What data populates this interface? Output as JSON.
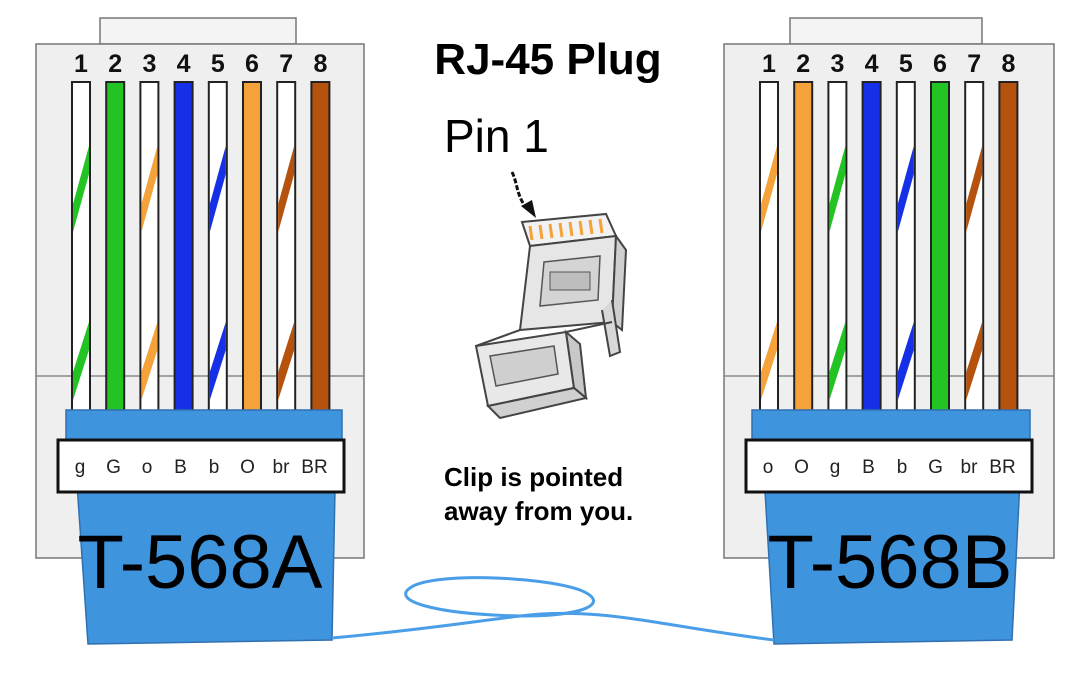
{
  "title": "RJ-45 Plug",
  "pin1_label": "Pin 1",
  "clip_note": [
    "Clip is pointed",
    "away from you."
  ],
  "colors": {
    "white": "#ffffff",
    "green": "#22c322",
    "orange": "#f5a23a",
    "blue": "#1530e6",
    "brown": "#b5520e",
    "boot": "#3f94de",
    "cable": "#3f94de",
    "plug_body": "#efefef"
  },
  "plugs": [
    {
      "standard": "T-568A",
      "pin_numbers": [
        "1",
        "2",
        "3",
        "4",
        "5",
        "6",
        "7",
        "8"
      ],
      "codes": [
        "g",
        "G",
        "o",
        "B",
        "b",
        "O",
        "br",
        "BR"
      ],
      "wires": [
        {
          "base": "white",
          "stripe": "green"
        },
        {
          "base": "green",
          "stripe": null
        },
        {
          "base": "white",
          "stripe": "orange"
        },
        {
          "base": "blue",
          "stripe": null
        },
        {
          "base": "white",
          "stripe": "blue"
        },
        {
          "base": "orange",
          "stripe": null
        },
        {
          "base": "white",
          "stripe": "brown"
        },
        {
          "base": "brown",
          "stripe": null
        }
      ]
    },
    {
      "standard": "T-568B",
      "pin_numbers": [
        "1",
        "2",
        "3",
        "4",
        "5",
        "6",
        "7",
        "8"
      ],
      "codes": [
        "o",
        "O",
        "g",
        "B",
        "b",
        "G",
        "br",
        "BR"
      ],
      "wires": [
        {
          "base": "white",
          "stripe": "orange"
        },
        {
          "base": "orange",
          "stripe": null
        },
        {
          "base": "white",
          "stripe": "green"
        },
        {
          "base": "blue",
          "stripe": null
        },
        {
          "base": "white",
          "stripe": "blue"
        },
        {
          "base": "green",
          "stripe": null
        },
        {
          "base": "white",
          "stripe": "brown"
        },
        {
          "base": "brown",
          "stripe": null
        }
      ]
    }
  ]
}
